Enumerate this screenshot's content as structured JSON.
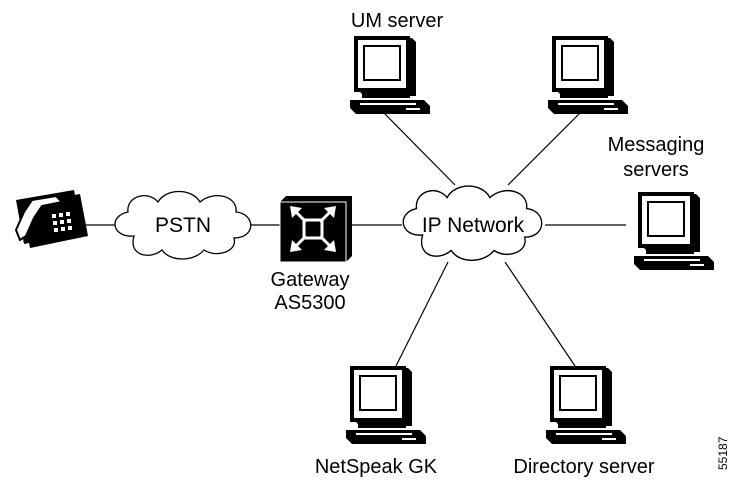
{
  "diagram": {
    "phone": {
      "icon": "telephone-icon"
    },
    "pstn": {
      "label": "PSTN",
      "icon": "cloud-icon"
    },
    "gateway": {
      "label_line1": "Gateway",
      "label_line2": "AS5300",
      "icon": "router-icon"
    },
    "ip_network": {
      "label": "IP Network",
      "icon": "cloud-icon"
    },
    "um_server": {
      "label": "UM server",
      "icon": "workstation-icon"
    },
    "messaging_servers": {
      "label_line1": "Messaging",
      "label_line2": "servers",
      "icon": "workstation-icon"
    },
    "netspeak_gk": {
      "label": "NetSpeak GK",
      "icon": "workstation-icon"
    },
    "directory_server": {
      "label": "Directory server",
      "icon": "workstation-icon"
    },
    "figure_number": "55187"
  }
}
